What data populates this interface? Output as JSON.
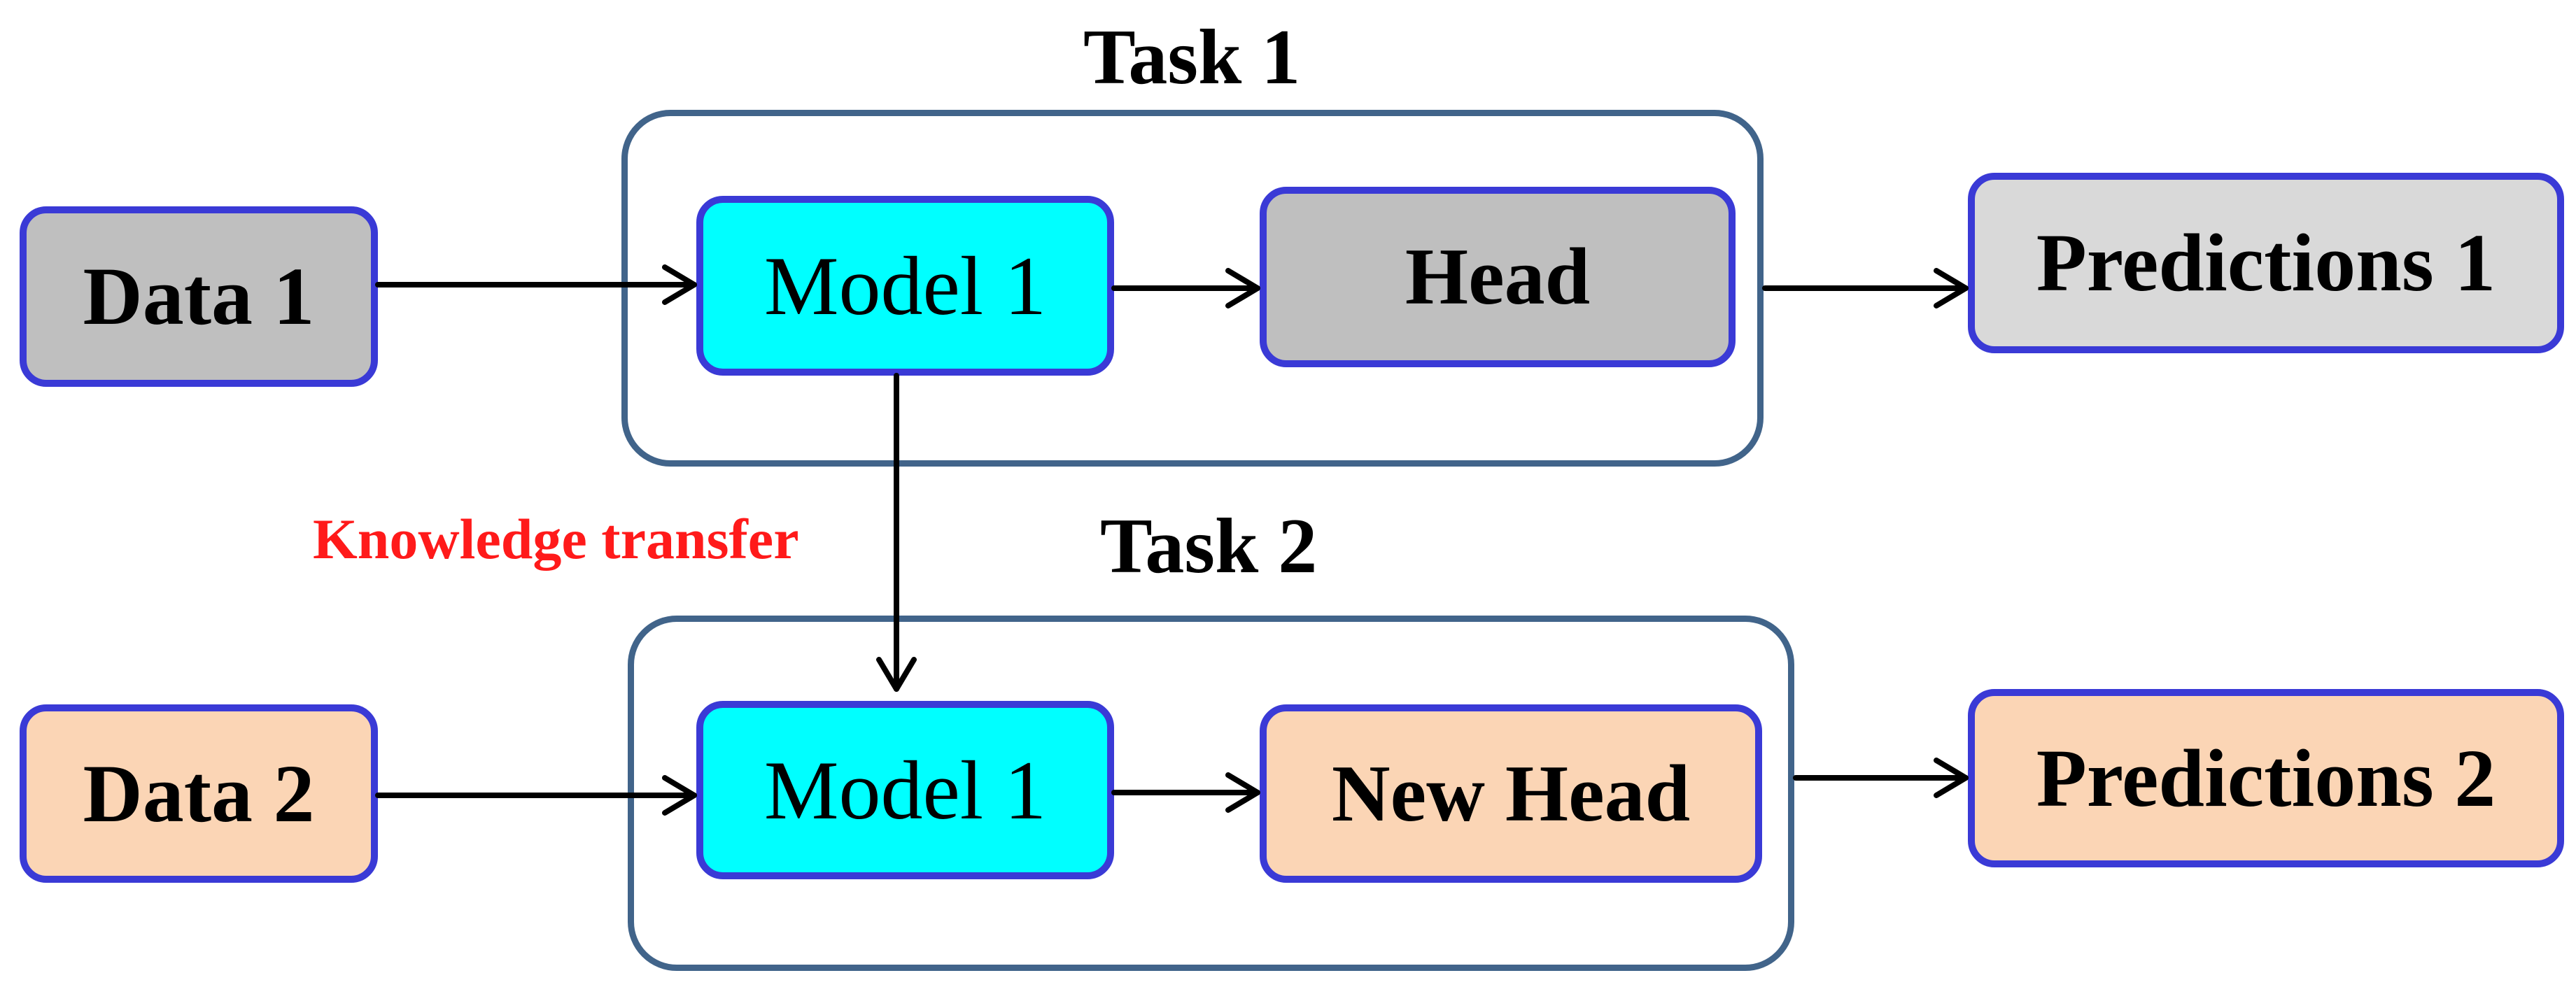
{
  "task1": {
    "title": "Task 1",
    "data": {
      "label": "Data 1",
      "color": "#bfbfbf"
    },
    "model": {
      "label": "Model 1",
      "color": "#00ffff"
    },
    "head": {
      "label": "Head",
      "color": "#bfbfbf"
    },
    "predictions": {
      "label": "Predictions 1",
      "color": "#d9d9d9"
    }
  },
  "task2": {
    "title": "Task 2",
    "data": {
      "label": "Data 2",
      "color": "#fbd5b5"
    },
    "model": {
      "label": "Model 1",
      "color": "#00ffff"
    },
    "head": {
      "label": "New Head",
      "color": "#fbd5b5"
    },
    "predictions": {
      "label": "Predictions 2",
      "color": "#fbd5b5"
    }
  },
  "transfer": {
    "label": "Knowledge transfer",
    "color": "#ff1a1a"
  },
  "colors": {
    "node_border": "#3a3ad6",
    "task_frame": "#41648a",
    "arrow": "#000000"
  }
}
